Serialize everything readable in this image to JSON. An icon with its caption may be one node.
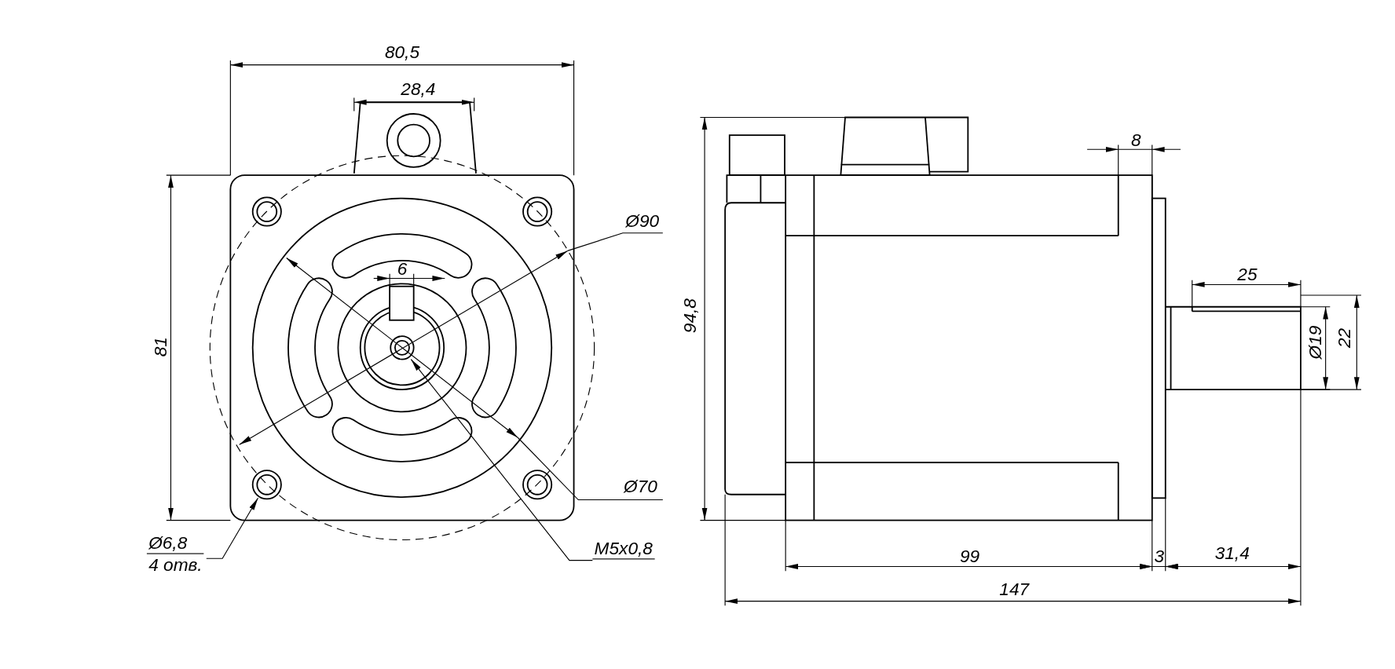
{
  "diagram": {
    "nodes": [
      {
        "text": [
          "Ø6,8",
          "4 отв."
        ]
      },
      {
        "text": [
          "M5x0,8"
        ]
      }
    ],
    "edges": [
      {
        "from": 0,
        "to": null,
        "arrow": "to"
      },
      {
        "from": 1,
        "to": null,
        "arrow": "to"
      }
    ],
    "labels": [
      "80,5",
      "28,4",
      "Ø90",
      "6",
      "81",
      "94,8",
      "8",
      "25",
      "Ø19",
      "22",
      "Ø70",
      "99",
      "3",
      "31,4",
      "147"
    ]
  }
}
